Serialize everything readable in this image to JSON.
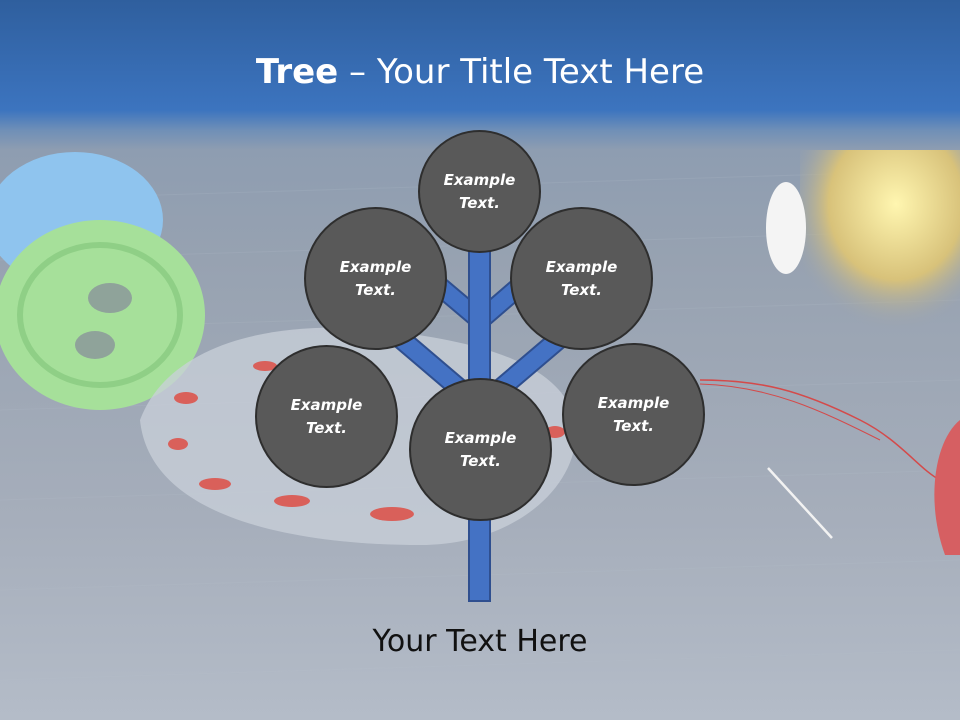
{
  "title": {
    "bold": "Tree",
    "separator": " – ",
    "rest": "Your Title Text Here"
  },
  "nodes": [
    {
      "label": "Example\nText."
    },
    {
      "label": "Example\nText."
    },
    {
      "label": "Example\nText."
    },
    {
      "label": "Example\nText."
    },
    {
      "label": "Example\nText."
    },
    {
      "label": "Example\nText."
    }
  ],
  "caption": "Your Text Here",
  "colors": {
    "branch": "#4472c4",
    "branch_outline": "#2f4f8f",
    "circle_fill": "#595959",
    "circle_border": "#2e2e2e",
    "header": "#3c74bf"
  }
}
